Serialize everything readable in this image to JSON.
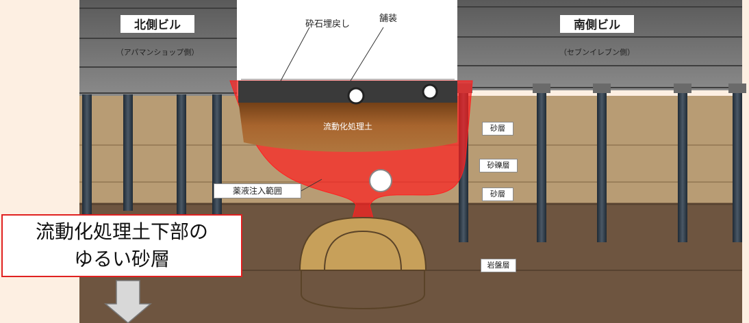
{
  "buildings": {
    "north": {
      "name": "北側ビル",
      "sub": "（アパマンショップ側）"
    },
    "south": {
      "name": "南側ビル",
      "sub": "（セブンイレブン側）"
    }
  },
  "road": {
    "fill_label": "砕石埋戻し",
    "pavement_label": "舗装"
  },
  "layers": {
    "flowable_soil": "流動化処理土",
    "sand_1": "砂層",
    "gravel": "砂礫層",
    "sand_2": "砂層",
    "bedrock": "岩盤層"
  },
  "injection_label": "薬液注入範囲",
  "callout": {
    "line1": "流動化処理土下部の",
    "line2": "ゆるい砂層"
  },
  "colors": {
    "callout_border": "#e02020",
    "grout": "#ff2020",
    "flowable": "#a8602a",
    "ground": "#b89c74"
  }
}
